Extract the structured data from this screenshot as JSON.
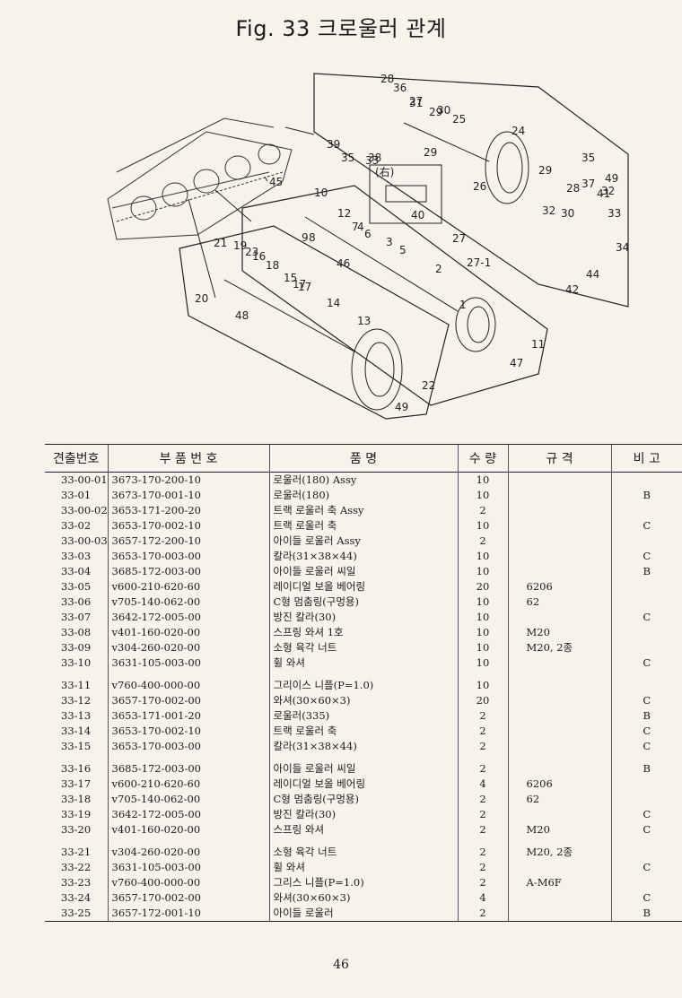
{
  "title": "Fig. 33  크로울러 관계",
  "diagram": {
    "callouts": [
      "1",
      "2",
      "3",
      "4",
      "5",
      "6",
      "7",
      "8",
      "9",
      "10",
      "11",
      "12",
      "13",
      "14",
      "15",
      "16",
      "17",
      "17",
      "18",
      "19",
      "20",
      "21",
      "22",
      "23",
      "24",
      "25",
      "26",
      "27",
      "27",
      "27-1",
      "28",
      "28",
      "29",
      "29",
      "29",
      "30",
      "30",
      "31",
      "32",
      "32",
      "33",
      "33",
      "34",
      "35",
      "35",
      "36",
      "37",
      "38",
      "39",
      "40",
      "41",
      "42",
      "44",
      "45",
      "46",
      "47",
      "48",
      "49",
      "49"
    ],
    "inset_label": "(右)"
  },
  "table": {
    "headers": [
      "견출번호",
      "부 품 번 호",
      "품 명",
      "수 량",
      "규 격",
      "비 고"
    ],
    "groups": [
      [
        {
          "no": "33-00-01",
          "part": "3673-170-200-10",
          "name": "로울러(180) Assy",
          "qty": "10",
          "spec": "",
          "note": ""
        },
        {
          "no": "33-01",
          "part": "3673-170-001-10",
          "name": "로울러(180)",
          "qty": "10",
          "spec": "",
          "note": "B"
        },
        {
          "no": "33-00-02",
          "part": "3653-171-200-20",
          "name": "트랙 로울러 축 Assy",
          "qty": "2",
          "spec": "",
          "note": ""
        },
        {
          "no": "33-02",
          "part": "3653-170-002-10",
          "name": "트랙 로울러 축",
          "qty": "10",
          "spec": "",
          "note": "C"
        },
        {
          "no": "33-00-03",
          "part": "3657-172-200-10",
          "name": "아이들 로울러 Assy",
          "qty": "2",
          "spec": "",
          "note": ""
        },
        {
          "no": "33-03",
          "part": "3653-170-003-00",
          "name": "칼라(31×38×44)",
          "qty": "10",
          "spec": "",
          "note": "C"
        },
        {
          "no": "33-04",
          "part": "3685-172-003-00",
          "name": "아이들 로울러 씨일",
          "qty": "10",
          "spec": "",
          "note": "B"
        },
        {
          "no": "33-05",
          "part": "v600-210-620-60",
          "name": "레이디얼 보올 베어링",
          "qty": "20",
          "spec": "6206",
          "note": ""
        },
        {
          "no": "33-06",
          "part": "v705-140-062-00",
          "name": "C형 멈춤링(구멍용)",
          "qty": "10",
          "spec": "62",
          "note": ""
        },
        {
          "no": "33-07",
          "part": "3642-172-005-00",
          "name": "방진 칼라(30)",
          "qty": "10",
          "spec": "",
          "note": "C"
        },
        {
          "no": "33-08",
          "part": "v401-160-020-00",
          "name": "스프링 와셔 1호",
          "qty": "10",
          "spec": "M20",
          "note": ""
        },
        {
          "no": "33-09",
          "part": "v304-260-020-00",
          "name": "소형 육각 너트",
          "qty": "10",
          "spec": "M20, 2종",
          "note": ""
        },
        {
          "no": "33-10",
          "part": "3631-105-003-00",
          "name": "휠 와셔",
          "qty": "10",
          "spec": "",
          "note": "C"
        }
      ],
      [
        {
          "no": "33-11",
          "part": "v760-400-000-00",
          "name": "그리이스 니플(P=1.0)",
          "qty": "10",
          "spec": "",
          "note": ""
        },
        {
          "no": "33-12",
          "part": "3657-170-002-00",
          "name": "와셔(30×60×3)",
          "qty": "20",
          "spec": "",
          "note": "C"
        },
        {
          "no": "33-13",
          "part": "3653-171-001-20",
          "name": "로울러(335)",
          "qty": "2",
          "spec": "",
          "note": "B"
        },
        {
          "no": "33-14",
          "part": "3653-170-002-10",
          "name": "트랙 로울러 축",
          "qty": "2",
          "spec": "",
          "note": "C"
        },
        {
          "no": "33-15",
          "part": "3653-170-003-00",
          "name": "칼라(31×38×44)",
          "qty": "2",
          "spec": "",
          "note": "C"
        }
      ],
      [
        {
          "no": "33-16",
          "part": "3685-172-003-00",
          "name": "아이들 로울러 씨일",
          "qty": "2",
          "spec": "",
          "note": "B"
        },
        {
          "no": "33-17",
          "part": "v600-210-620-60",
          "name": "레이디얼 보올 베어링",
          "qty": "4",
          "spec": "6206",
          "note": ""
        },
        {
          "no": "33-18",
          "part": "v705-140-062-00",
          "name": "C형 멈춤링(구멍용)",
          "qty": "2",
          "spec": "62",
          "note": ""
        },
        {
          "no": "33-19",
          "part": "3642-172-005-00",
          "name": "방진 칼라(30)",
          "qty": "2",
          "spec": "",
          "note": "C"
        },
        {
          "no": "33-20",
          "part": "v401-160-020-00",
          "name": "스프링 와셔",
          "qty": "2",
          "spec": "M20",
          "note": "C"
        }
      ],
      [
        {
          "no": "33-21",
          "part": "v304-260-020-00",
          "name": "소형 육각 너트",
          "qty": "2",
          "spec": "M20, 2종",
          "note": ""
        },
        {
          "no": "33-22",
          "part": "3631-105-003-00",
          "name": "휠 와셔",
          "qty": "2",
          "spec": "",
          "note": "C"
        },
        {
          "no": "33-23",
          "part": "v760-400-000-00",
          "name": "그리스 니플(P=1.0)",
          "qty": "2",
          "spec": "A-M6F",
          "note": ""
        },
        {
          "no": "33-24",
          "part": "3657-170-002-00",
          "name": "와셔(30×60×3)",
          "qty": "4",
          "spec": "",
          "note": "C"
        },
        {
          "no": "33-25",
          "part": "3657-172-001-10",
          "name": "아이들 로울러",
          "qty": "2",
          "spec": "",
          "note": "B"
        }
      ]
    ]
  },
  "page_number": "46"
}
